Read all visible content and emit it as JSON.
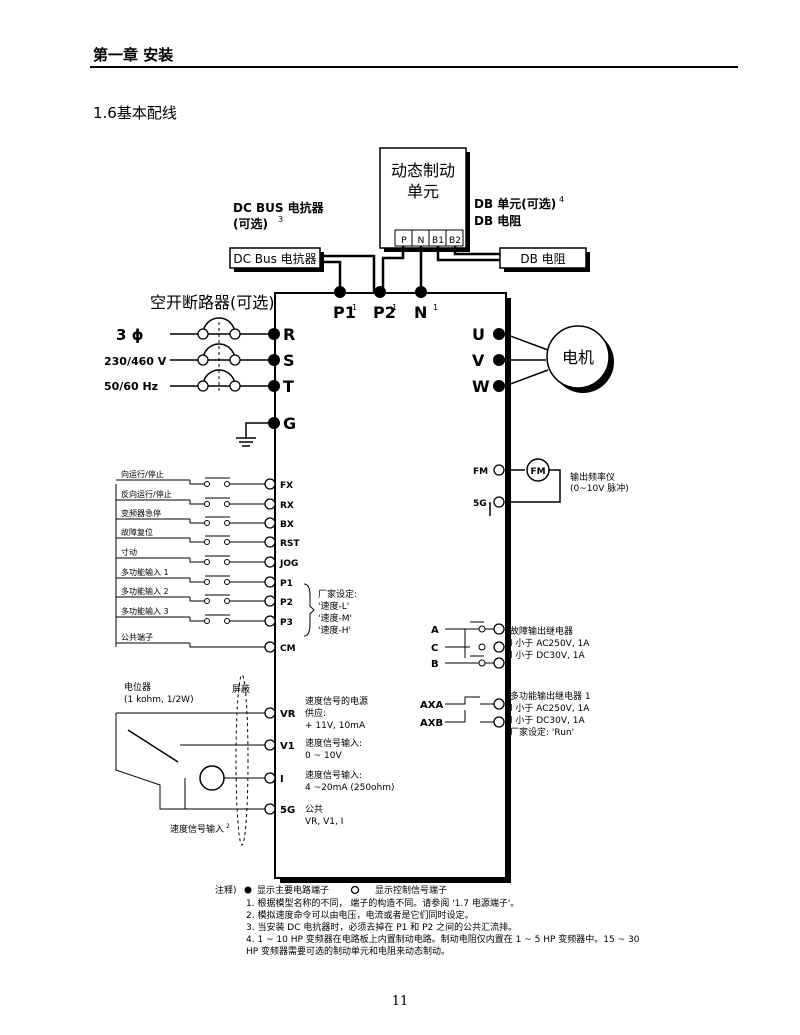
{
  "header": {
    "chapter": "第一章 安装"
  },
  "section": {
    "title": "1.6基本配线"
  },
  "page_number": "11",
  "dbu": {
    "title_line1": "动态制动",
    "title_line2": "单元",
    "terms": [
      "P",
      "N",
      "B1",
      "B2"
    ]
  },
  "labels": {
    "dcbus_line1": "DC  BUS  电抗器",
    "dcbus_line2": "(可选)",
    "dcbus_sup": "3",
    "db_unit": "DB  单元(可选)",
    "db_unit_sup": "4",
    "db_res": "DB  电阻",
    "dcbus_box": "DC  Bus  电抗器",
    "dbres_box": "DB  电阻",
    "mccb": "空开断路器(可选)",
    "phase": "3 ϕ",
    "voltage": "230/460  V",
    "freq": "50/60  Hz",
    "motor": "电机",
    "fm_meter": "FM",
    "fm_desc1": "输出频率仪",
    "fm_desc2": "(0~10V 脉冲)",
    "factory": [
      "厂家设定:",
      "'速度-L'",
      "'速度-M'",
      "'速度-H'"
    ],
    "relay_a_desc": [
      "故障输出继电器",
      "l 小于  AC250V,  1A",
      "l 小于  DC30V,  1A"
    ],
    "relay_m_desc": [
      "多功能输出继电器 1",
      "l 小于  AC250V,  1A",
      "l 小于  DC30V,  1A",
      "厂家设定: 'Run'"
    ],
    "pot": [
      "电位器",
      "(1  kohm,  1/2W)"
    ],
    "shield": "屏蔽",
    "vr_desc": [
      "速度信号的电源",
      "供应:",
      "+ 11V,  10mA"
    ],
    "v1_desc": [
      "速度信号输入:",
      "0 ~ 10V"
    ],
    "i_desc": [
      "速度信号输入:",
      "4 ~20mA  (250ohm)"
    ],
    "g5_desc": [
      "公共",
      "VR,  V1,  I"
    ],
    "speed_in": "速度信号输入",
    "speed_in_sup": "2"
  },
  "main_terminals": {
    "dc": [
      {
        "name": "P1",
        "sup": "1"
      },
      {
        "name": "P2",
        "sup": "1"
      },
      {
        "name": "N",
        "sup": "1"
      }
    ],
    "input": [
      "R",
      "S",
      "T",
      "G"
    ],
    "output": [
      "U",
      "V",
      "W"
    ]
  },
  "control_inputs": [
    {
      "desc": "向运行/停止",
      "term": "FX"
    },
    {
      "desc": "反向运行/停止",
      "term": "RX"
    },
    {
      "desc": "变频器急停",
      "term": "BX"
    },
    {
      "desc": "故障复位",
      "term": "RST"
    },
    {
      "desc": "寸动",
      "term": "JOG"
    },
    {
      "desc": "多功能输入 1",
      "term": "P1"
    },
    {
      "desc": "多功能输入 2",
      "term": "P2"
    },
    {
      "desc": "多功能输入 3",
      "term": "P3"
    },
    {
      "desc": "公共端子",
      "term": "CM"
    }
  ],
  "analog_terms": [
    "VR",
    "V1",
    "I",
    "5G"
  ],
  "right_terms": {
    "fm": "FM",
    "g5": "5G",
    "a": "A",
    "c": "C",
    "b": "B",
    "axa": "AXA",
    "axb": "AXB"
  },
  "notes": {
    "lead": "注释)",
    "main_mark": "显示主要电路端子",
    "ctrl_mark": "显示控制信号端子",
    "items": [
      "1.   根据模型名称的不同，  端子的构造不同。请参阅  '1.7 电源端子'。",
      "2.   模拟速度命令可以由电压，电流或者是它们同时设定。",
      "3.   当安装 DC  电抗器时，必须去掉在 P1 和  P2 之间的公共汇流排。",
      "4.   1 ~ 10  HP 变频器在电路板上内置制动电路。制动电阻仅内置在 1 ~ 5  HP  变频器中。15 ~ 30",
      "     HP  变频器需要可选的制动单元和电阻来动态制动。"
    ]
  }
}
